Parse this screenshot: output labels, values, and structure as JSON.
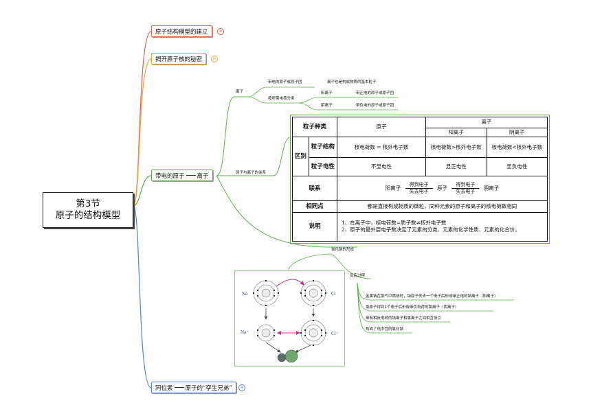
{
  "root": {
    "line1": "第3节",
    "line2": "原子的结构模型"
  },
  "branches": {
    "b1": "原子结构模型的建立",
    "b2": "揭开原子核的秘密",
    "b3_left": "带电的原子",
    "b3_right": "离子",
    "b4_left": "同位素",
    "b4_right": "原子的“孪生兄弟”"
  },
  "ion": {
    "label": "离子",
    "charged": "带电的原子或原子团",
    "charged_desc": "离子也是构成物质的基本粒子",
    "classify": "按所带电荷分类",
    "cation": "阳离子",
    "cation_desc": "带正电的原子或原子团",
    "anion": "阴离子",
    "anion_desc": "带负电的原子或原子团"
  },
  "relation_label": "原子与离子的关系",
  "nacl": {
    "label": "氯化钠的形成",
    "process": "反应过程",
    "steps": [
      "金属钠在氯气中燃烧时，钠原子失去一个电子后形成带正电的钠离子（阳离子）",
      "氯原子得到1个电子后形成带负电荷的氯离子（阴离子）",
      "带有相反电荷的钠离子和氯离子之间相互吸引",
      "构成了电中性的氯化钠"
    ],
    "image_labels": {
      "na": "Na",
      "cl": "Cl",
      "na_ion": "Na⁺",
      "cl_ion": "Cl⁻"
    }
  },
  "table": {
    "particle_type": "粒子种类",
    "atom": "原子",
    "ion": "离子",
    "cation": "阳离子",
    "anion": "阴离子",
    "diff": "区别",
    "structure": "粒子结构",
    "atom_structure": "核电荷数 = 核外电子数",
    "cation_structure": "核电荷数>核外电子数",
    "anion_structure": "核电荷数<核外电子数",
    "charge": "粒子电性",
    "atom_charge": "不显电性",
    "cation_charge": "显正电性",
    "anion_charge": "显负电性",
    "link": "联系",
    "link_cation": "阳离子",
    "link_atom": "原子",
    "link_anion": "阴离子",
    "gain": "得到电子",
    "lose": "失去电子",
    "same": "相同点",
    "same_text": "都是直接构成物质的微粒，同种元素的原子和离子的核电荷数相同",
    "note": "说明",
    "note1": "1、在离子中，核电荷数=质子数≠核外电子数",
    "note2": "2、原子的最外层电子数决定了元素的分类、元素的化学性质、元素的化合价。"
  },
  "colors": {
    "red": "#e35d4c",
    "orange": "#eea431",
    "green": "#5bae47",
    "blue": "#4f83cf",
    "arrow": "#c4358f"
  }
}
